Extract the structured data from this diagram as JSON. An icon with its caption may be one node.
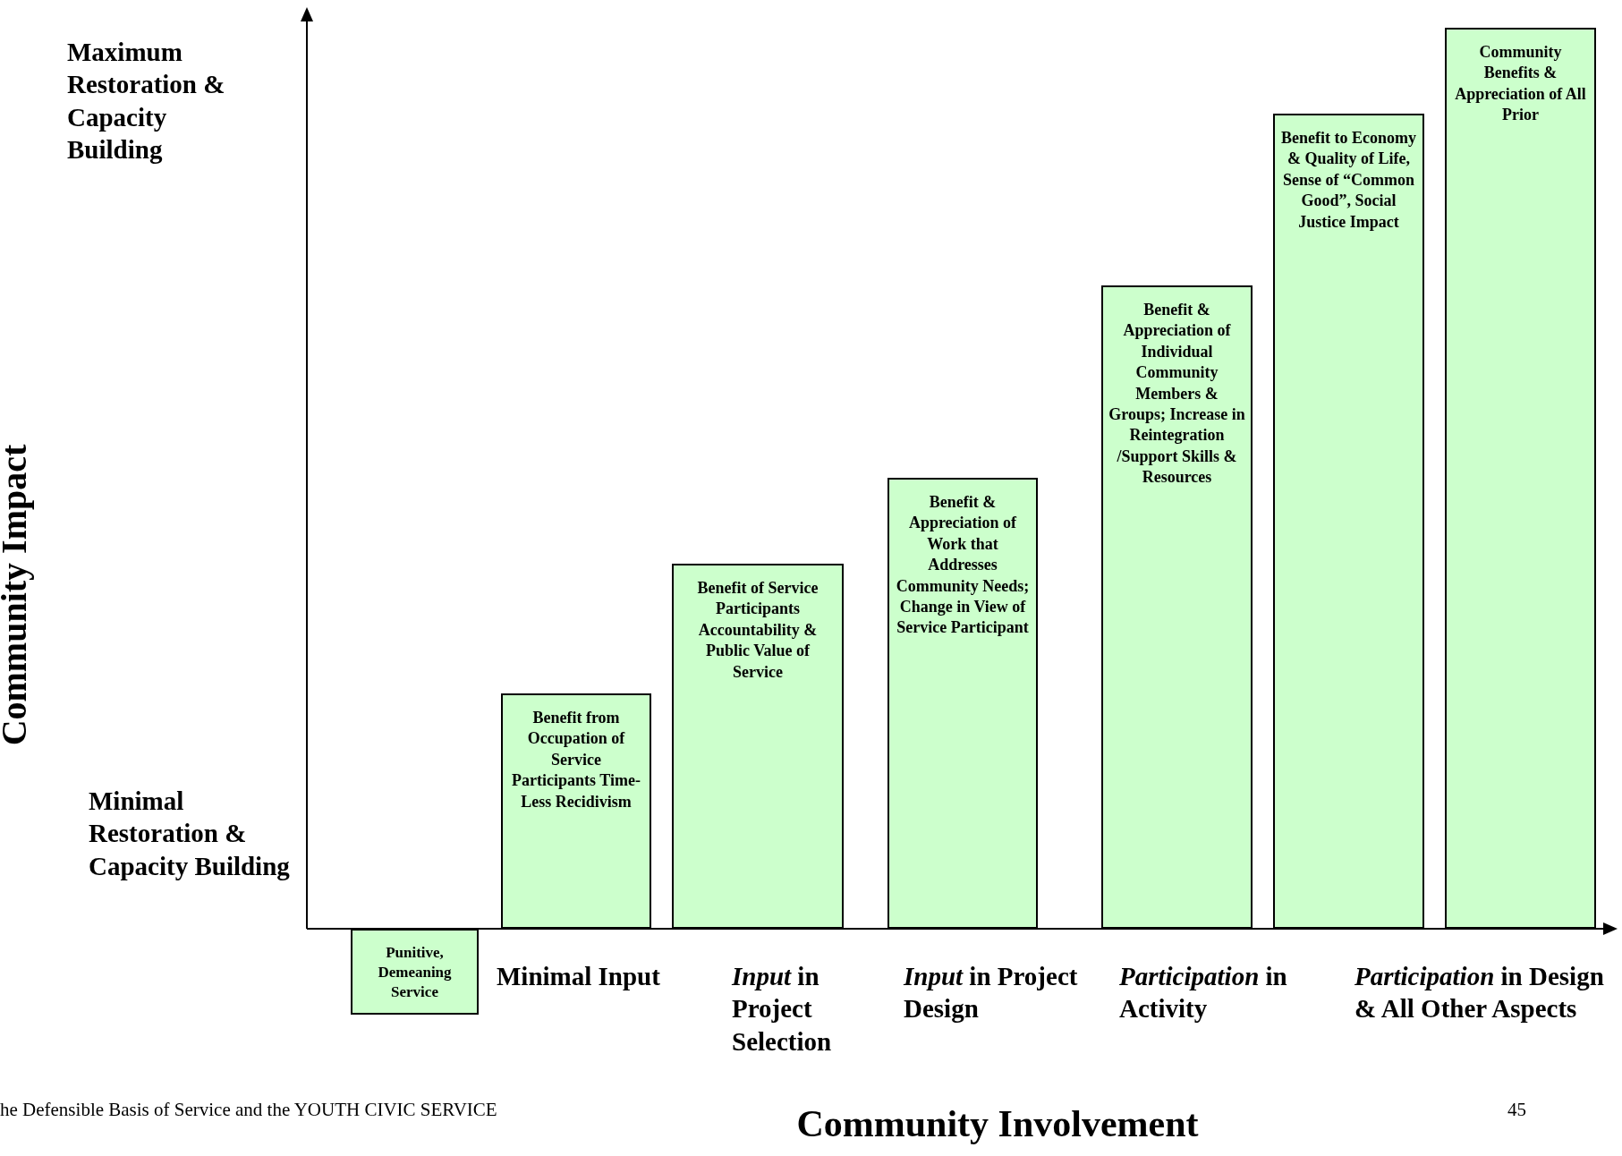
{
  "diagram": {
    "nodes": [
      {
        "text": [
          "Punitive, Demeaning Service"
        ]
      },
      {
        "text": [
          "Benefit from Occupation of Service Participants Time- Less Recidivism"
        ]
      },
      {
        "text": [
          "Benefit of Service Participants Accountability & Public Value of Service"
        ]
      },
      {
        "text": [
          "Benefit & Appreciation of Work that Addresses Community Needs; Change in View of Service Participant"
        ]
      },
      {
        "text": [
          "Benefit & Appreciation of Individual Community Members & Groups; Increase in Reintegration /Support Skills & Resources"
        ]
      },
      {
        "text": [
          "Benefit to Economy & Quality of Life, Sense of “Common Good”, Social Justice Impact"
        ]
      },
      {
        "text": [
          "Community Benefits & Appreciation of All Prior"
        ]
      }
    ],
    "labels": [
      "Maximum Restoration & Capacity Building",
      "Community Impact",
      "Minimal Restoration & Capacity Building",
      "Minimal Input",
      "*Input* in Project Selection",
      "*Input* in Project Design",
      "*Participation* in Activity",
      "*Participation* in Design & All Other Aspects",
      "he Defensible Basis of Service and the YOUTH CIVIC SERVICE",
      "45",
      "Community Involvement"
    ]
  }
}
